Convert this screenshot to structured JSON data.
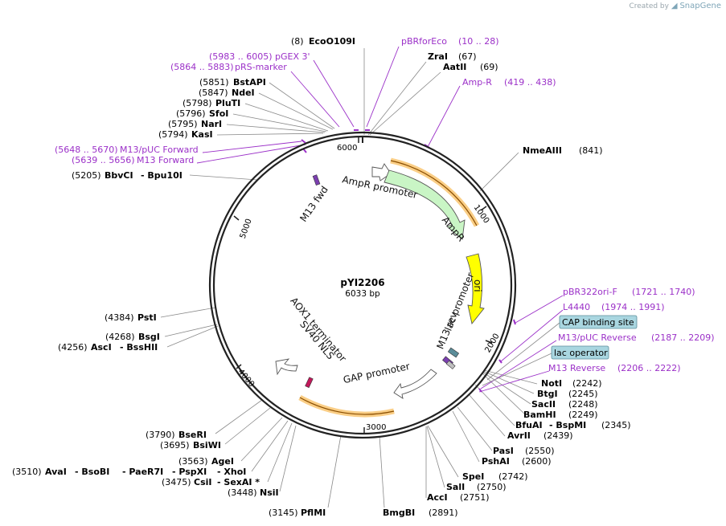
{
  "brand": {
    "created_by": "Created by",
    "app": "SnapGene"
  },
  "plasmid": {
    "name": "pYI2206",
    "length": "6033 bp"
  },
  "ticks": [
    "1000",
    "2000",
    "3000",
    "4000",
    "5000",
    "6000"
  ],
  "features": {
    "ampr_promoter": "AmpR promoter",
    "ampr": "AmpR",
    "ori": "ori",
    "lac_promoter": "lac promoter",
    "m13_rev": "M13 rev",
    "gap_promoter": "GAP promoter",
    "sv40_nls": "SV40 NLS",
    "aox1_terminator": "AOX1 terminator",
    "m13_fwd": "M13 fwd"
  },
  "boxes": {
    "cap": "CAP binding site",
    "lac_operator": "lac operator"
  },
  "sites": {
    "s1": {
      "pos": "(8)",
      "name": "EcoO109I"
    },
    "s2": {
      "name": "ZraI",
      "pos": "(67)"
    },
    "s3": {
      "name": "AatII",
      "pos": "(69)"
    },
    "s4": {
      "name": "NmeAIII",
      "pos": "(841)"
    },
    "s5": {
      "pos": "(5851)",
      "name": "BstAPI"
    },
    "s6": {
      "pos": "(5847)",
      "name": "NdeI"
    },
    "s7": {
      "pos": "(5798)",
      "name": "PluTI"
    },
    "s8": {
      "pos": "(5796)",
      "name": "SfoI"
    },
    "s9": {
      "pos": "(5795)",
      "name": "NarI"
    },
    "s10": {
      "pos": "(5794)",
      "name": "KasI"
    },
    "s11": {
      "pos": "(5205)",
      "name": "BbvCI",
      "name2": "- Bpu10I"
    },
    "s12": {
      "pos": "(4384)",
      "name": "PstI"
    },
    "s13": {
      "pos": "(4268)",
      "name": "BsgI"
    },
    "s14": {
      "pos": "(4256)",
      "name": "AscI",
      "name2": "- BssHII"
    },
    "s15": {
      "name": "NotI",
      "pos": "(2242)"
    },
    "s16": {
      "name": "BtgI",
      "pos": "(2245)"
    },
    "s17": {
      "name": "SacII",
      "pos": "(2248)"
    },
    "s18": {
      "name": "BamHI",
      "pos": "(2249)"
    },
    "s19": {
      "name": "BfuAI",
      "name2": "- BspMI",
      "pos": "(2345)"
    },
    "s20": {
      "name": "AvrII",
      "pos": "(2439)"
    },
    "s21": {
      "name": "PasI",
      "pos": "(2550)"
    },
    "s22": {
      "name": "PshAI",
      "pos": "(2600)"
    },
    "s23": {
      "name": "SpeI",
      "pos": "(2742)"
    },
    "s24": {
      "name": "SalI",
      "pos": "(2750)"
    },
    "s25": {
      "name": "AccI",
      "pos": "(2751)"
    },
    "s26": {
      "name": "BmgBI",
      "pos": "(2891)"
    },
    "s27": {
      "pos": "(3145)",
      "name": "PflMI"
    },
    "s28": {
      "pos": "(3448)",
      "name": "NsiI"
    },
    "s29": {
      "pos": "(3475)",
      "name": "CsiI",
      "name2": "- SexAI *"
    },
    "s30": {
      "pos": "(3510)",
      "name": "AvaI",
      "name2": "- BsoBI",
      "name3": "- PaeR7I",
      "name4": "- PspXI",
      "name5": "- XhoI"
    },
    "s31": {
      "pos": "(3563)",
      "name": "AgeI"
    },
    "s32": {
      "pos": "(3695)",
      "name": "BsiWI"
    },
    "s33": {
      "pos": "(3790)",
      "name": "BseRI"
    }
  },
  "primers": {
    "p1": {
      "name": "pBRforEco",
      "range": "(10 .. 28)"
    },
    "p2": {
      "name": "Amp-R",
      "range": "(419 .. 438)"
    },
    "p3": {
      "range": "(5983 .. 6005)",
      "name": "pGEX 3'"
    },
    "p4": {
      "range": "(5864 .. 5883)",
      "name": "pRS-marker"
    },
    "p5": {
      "range": "(5648 .. 5670)",
      "name": "M13/pUC Forward"
    },
    "p6": {
      "range": "(5639 .. 5656)",
      "name": "M13 Forward"
    },
    "p7": {
      "name": "pBR322ori-F",
      "range": "(1721 .. 1740)"
    },
    "p8": {
      "name": "L4440",
      "range": "(1974 .. 1991)"
    },
    "p9": {
      "name": "M13/pUC Reverse",
      "range": "(2187 .. 2209)"
    },
    "p10": {
      "name": "M13 Reverse",
      "range": "(2206 .. 2222)"
    }
  },
  "colors": {
    "backbone": "#222222",
    "ampr": "#c9f5c5",
    "ori": "#ffff00",
    "promoter": "#ffffff",
    "primer": "#9b30c8",
    "orange_highlight": "#f5a623",
    "cap_box": "#a9d6e0"
  }
}
